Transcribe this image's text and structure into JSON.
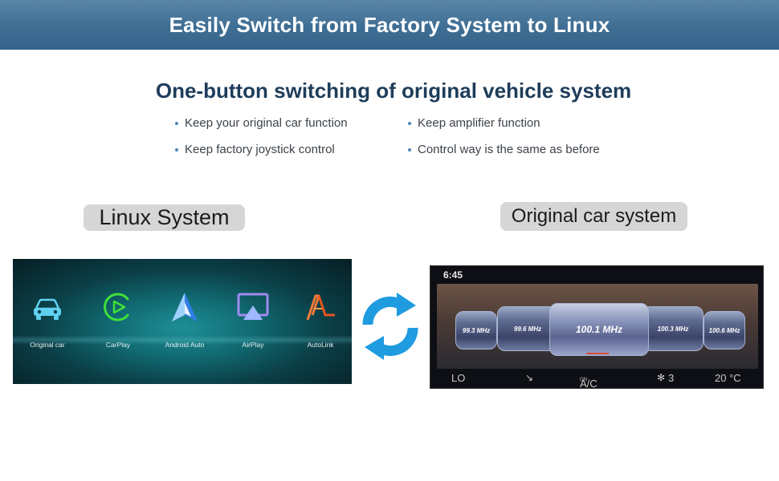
{
  "banner": {
    "title": "Easily Switch from Factory System to Linux"
  },
  "subtitle": "One-button switching of original vehicle system",
  "features": [
    "Keep your original car function",
    "Keep amplifier function",
    "Keep factory joystick control",
    "Control way is the same as before"
  ],
  "labels": {
    "linux": "Linux System",
    "original": "Original car system"
  },
  "linux_apps": [
    {
      "label": "Original car",
      "icon": "car-icon"
    },
    {
      "label": "CarPlay",
      "icon": "carplay-icon"
    },
    {
      "label": "Android Auto",
      "icon": "android-auto-icon"
    },
    {
      "label": "AirPlay",
      "icon": "airplay-icon"
    },
    {
      "label": "AutoLink",
      "icon": "autolink-icon"
    }
  ],
  "car_screen": {
    "time": "6:45",
    "stations": [
      "99.3 MHz",
      "99.6 MHz",
      "100.1 MHz",
      "100.3 MHz",
      "100.6 MHz"
    ],
    "bottom": {
      "lo": "LO",
      "ac": "A/C",
      "ac_sub": "ON",
      "fan": "3",
      "temp": "20 °C"
    }
  },
  "colors": {
    "banner": "#3f6e94",
    "subtitle": "#1e3d5a",
    "bullet": "#4e86b8",
    "sync_arrows": "#1f9be0"
  }
}
